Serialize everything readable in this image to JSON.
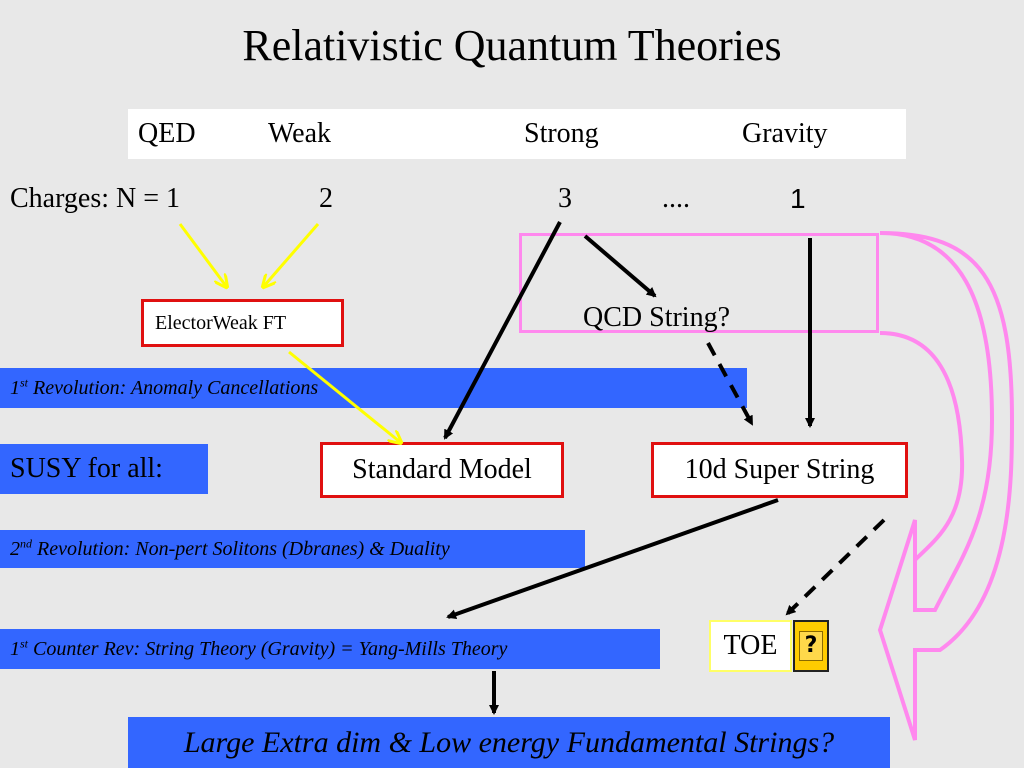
{
  "title": "Relativistic Quantum Theories",
  "forces": [
    "QED",
    "Weak",
    "Strong",
    "Gravity"
  ],
  "charges": {
    "label": "Charges: N = 1",
    "weak": "2",
    "strong": "3",
    "dots": "....",
    "gravity": "1"
  },
  "boxes": {
    "electroweak": "ElectorWeak FT",
    "qcd_string": "QCD String?",
    "susy": "SUSY for all:",
    "standard_model": "Standard Model",
    "super_string": "10d Super String",
    "toe": "TOE",
    "toe_question": "?"
  },
  "bands": {
    "rev1_ord": "1",
    "rev1_sup": "st",
    "rev1_text": " Revolution: Anomaly  Cancellations",
    "rev2_ord": "2",
    "rev2_sup": "nd",
    "rev2_text": " Revolution: Non-pert Solitons (Dbranes) & Duality",
    "counter_ord": "1",
    "counter_sup": "st",
    "counter_text": " Counter Rev: String Theory (Gravity) = Yang-Mills Theory",
    "bottom": "Large Extra dim & Low energy Fundamental Strings?"
  },
  "colors": {
    "background": "#e8e8e8",
    "band_blue": "#3366ff",
    "box_red": "#e01010",
    "arrow_yellow": "#ffff00",
    "pink": "#ff88ee",
    "toe_gold": "#ffcc00"
  }
}
